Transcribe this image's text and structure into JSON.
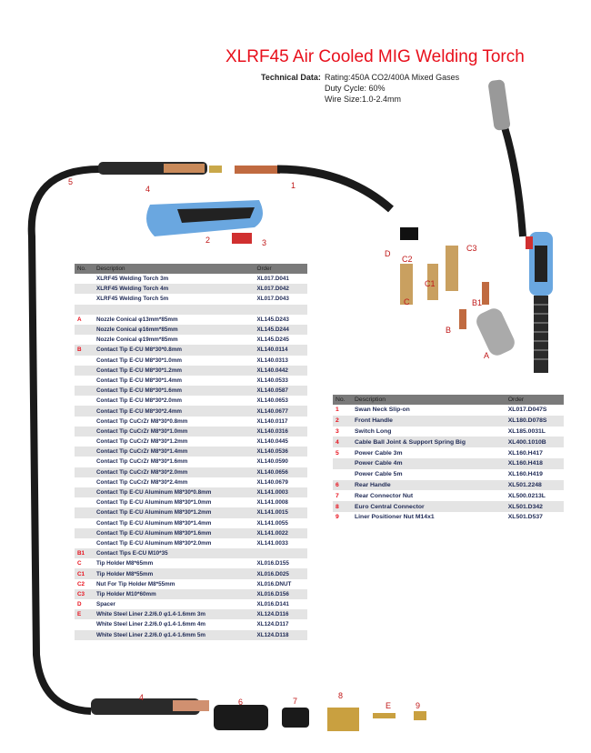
{
  "title": "XLRF45 Air Cooled MIG Welding Torch",
  "technical": {
    "label": "Technical Data:",
    "rating": "Rating:450A CO2/400A Mixed Gases",
    "duty": "Duty Cycle: 60%",
    "wire": "Wire Size:1.0-2.4mm"
  },
  "table1": {
    "headers": [
      "No.",
      "Description",
      "Order"
    ],
    "rows": [
      [
        "",
        "XLRF45 Welding Torch 3m",
        "XL017.D041"
      ],
      [
        "",
        "XLRF45 Welding Torch 4m",
        "XL017.D042"
      ],
      [
        "",
        "XLRF45 Welding Torch 5m",
        "XL017.D043"
      ],
      [
        "",
        "",
        ""
      ],
      [
        "A",
        "Nozzle Conical φ13mm*85mm",
        "XL145.D243"
      ],
      [
        "",
        "Nozzle Conical φ16mm*85mm",
        "XL145.D244"
      ],
      [
        "",
        "Nozzle Conical φ19mm*85mm",
        "XL145.D245"
      ],
      [
        "B",
        "Contact Tip E-CU M8*30*0.8mm",
        "XL140.0114"
      ],
      [
        "",
        "Contact Tip E-CU M8*30*1.0mm",
        "XL140.0313"
      ],
      [
        "",
        "Contact Tip E-CU M8*30*1.2mm",
        "XL140.0442"
      ],
      [
        "",
        "Contact Tip E-CU M8*30*1.4mm",
        "XL140.0533"
      ],
      [
        "",
        "Contact Tip E-CU M8*30*1.6mm",
        "XL140.0587"
      ],
      [
        "",
        "Contact Tip E-CU M8*30*2.0mm",
        "XL140.0653"
      ],
      [
        "",
        "Contact Tip E-CU M8*30*2.4mm",
        "XL140.0677"
      ],
      [
        "",
        "Contact Tip CuCrZr M8*30*0.8mm",
        "XL140.0117"
      ],
      [
        "",
        "Contact Tip CuCrZr M8*30*1.0mm",
        "XL140.0316"
      ],
      [
        "",
        "Contact Tip CuCrZr M8*30*1.2mm",
        "XL140.0445"
      ],
      [
        "",
        "Contact Tip CuCrZr M8*30*1.4mm",
        "XL140.0536"
      ],
      [
        "",
        "Contact Tip CuCrZr M8*30*1.6mm",
        "XL140.0590"
      ],
      [
        "",
        "Contact Tip CuCrZr M8*30*2.0mm",
        "XL140.0656"
      ],
      [
        "",
        "Contact Tip CuCrZr M8*30*2.4mm",
        "XL140.0679"
      ],
      [
        "",
        "Contact Tip E-CU Aluminum M8*30*0.8mm",
        "XL141.0003"
      ],
      [
        "",
        "Contact Tip E-CU Aluminum M8*30*1.0mm",
        "XL141.0008"
      ],
      [
        "",
        "Contact Tip E-CU Aluminum M8*30*1.2mm",
        "XL141.0015"
      ],
      [
        "",
        "Contact Tip E-CU Aluminum M8*30*1.4mm",
        "XL141.0055"
      ],
      [
        "",
        "Contact Tip E-CU Aluminum M8*30*1.6mm",
        "XL141.0022"
      ],
      [
        "",
        "Contact Tip E-CU Aluminum M8*30*2.0mm",
        "XL141.0033"
      ],
      [
        "B1",
        "Contact Tips E-CU M10*35",
        ""
      ],
      [
        "C",
        "Tip Holder M8*65mm",
        "XL016.D155"
      ],
      [
        "C1",
        "Tip Holder M8*55mm",
        "XL016.D025"
      ],
      [
        "C2",
        "Nut For Tip Holder M8*55mm",
        "XL016.DNUT"
      ],
      [
        "C3",
        "Tip Holder M10*60mm",
        "XL016.D156"
      ],
      [
        "D",
        "Spacer",
        "XL016.D141"
      ],
      [
        "E",
        "White Steel Liner 2.2/6.0 φ1.4-1.6mm 3m",
        "XL124.D116"
      ],
      [
        "",
        "White Steel Liner 2.2/6.0 φ1.4-1.6mm 4m",
        "XL124.D117"
      ],
      [
        "",
        "White Steel Liner 2.2/6.0 φ1.4-1.6mm 5m",
        "XL124.D118"
      ]
    ]
  },
  "table2": {
    "headers": [
      "No.",
      "Description",
      "Order"
    ],
    "rows": [
      [
        "1",
        "Swan Neck Slip-on",
        "XL017.D047S"
      ],
      [
        "2",
        "Front Handle",
        "XL180.D078S"
      ],
      [
        "3",
        "Switch Long",
        "XL185.0031L"
      ],
      [
        "4",
        "Cable Ball Joint & Support Spring Big",
        "XL400.1010B"
      ],
      [
        "5",
        "Power Cable 3m",
        "XL160.H417"
      ],
      [
        "",
        "Power Cable 4m",
        "XL160.H418"
      ],
      [
        "",
        "Power Cable 5m",
        "XL160.H419"
      ],
      [
        "6",
        "Rear Handle",
        "XL501.2248"
      ],
      [
        "7",
        "Rear Connector Nut",
        "XL500.0213L"
      ],
      [
        "8",
        "Euro Central Connector",
        "XL501.D342"
      ],
      [
        "9",
        "Liner Positioner Nut M14x1",
        "XL501.D537"
      ]
    ]
  },
  "labels": {
    "n1": "1",
    "n2": "2",
    "n3": "3",
    "n4": "4",
    "n5": "5",
    "n4b": "4",
    "n6": "6",
    "n7": "7",
    "n8": "8",
    "nE": "E",
    "n9": "9",
    "A": "A",
    "B": "B",
    "B1": "B1",
    "C": "C",
    "C1": "C1",
    "C2": "C2",
    "C3": "C3",
    "D": "D"
  }
}
